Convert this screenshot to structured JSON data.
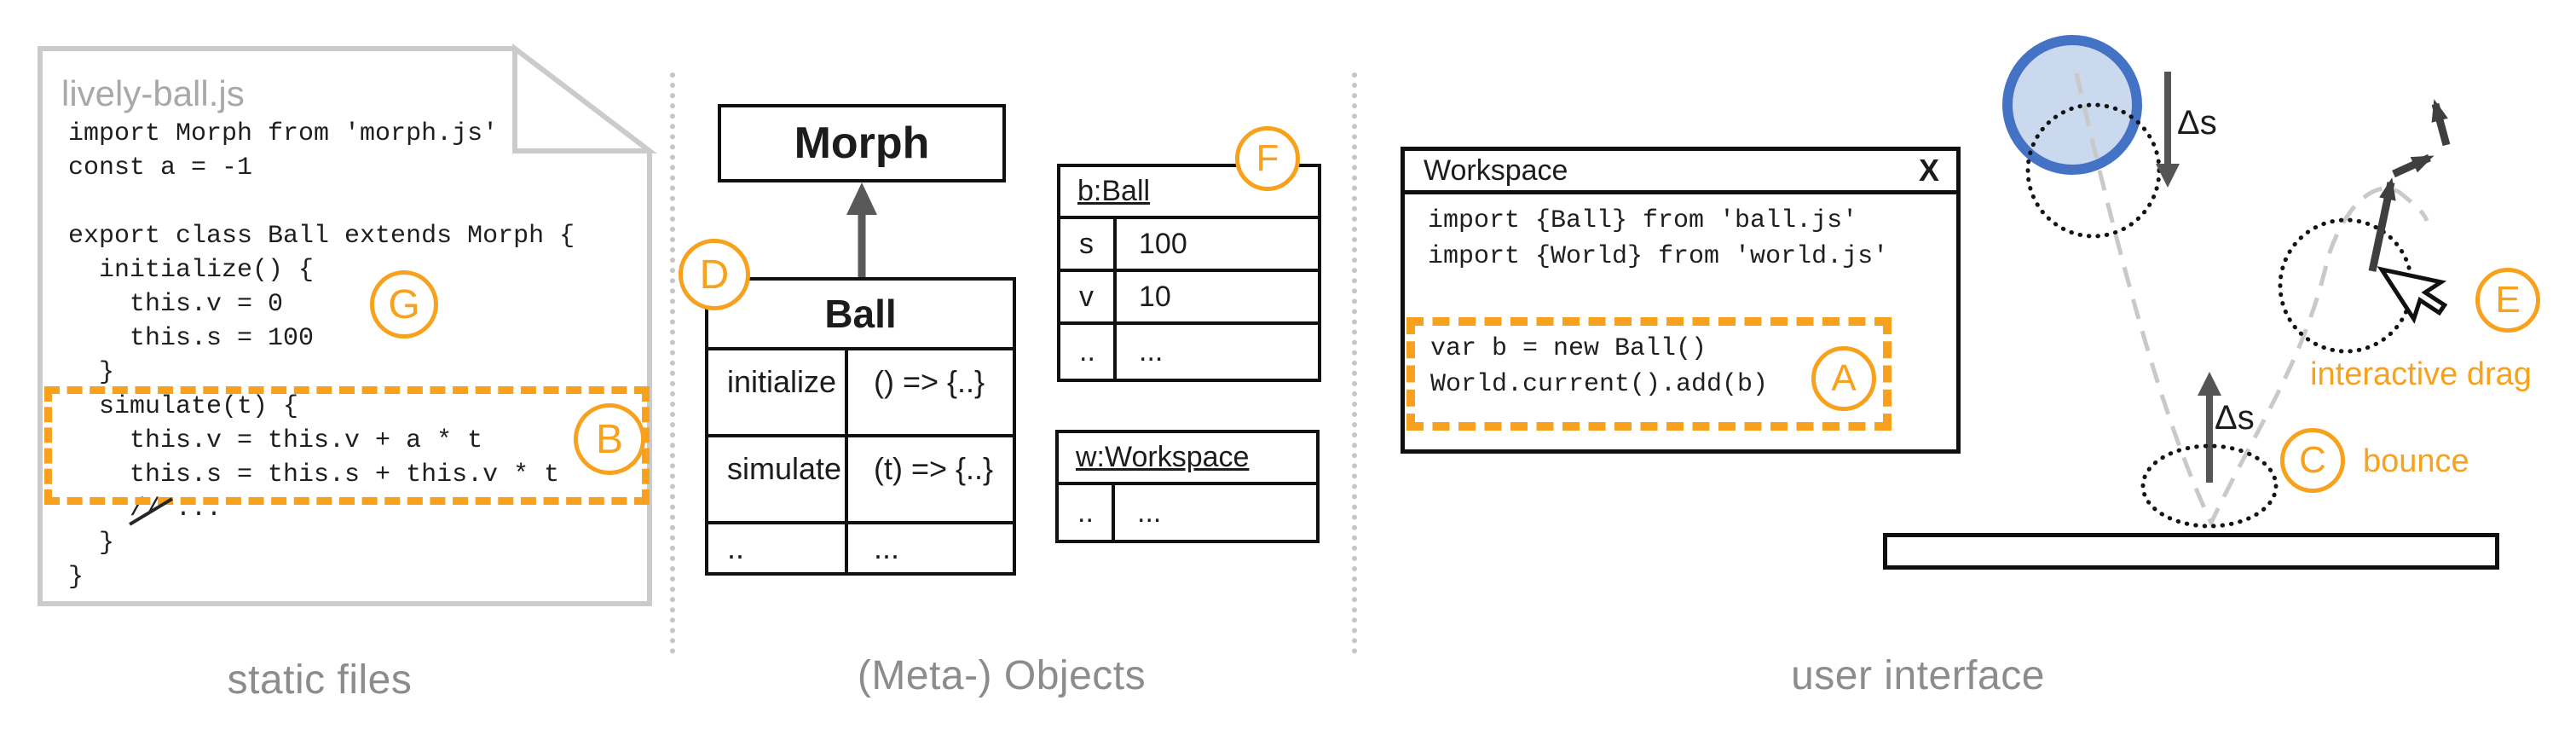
{
  "colors": {
    "accent_orange": "#F7A11C",
    "ball_stroke_blue": "#4472C4",
    "ball_fill_blue": "#CBD9EE",
    "caption_gray": "#8C8C8C"
  },
  "left_panel": {
    "caption": "static files",
    "file_name": "lively-ball.js",
    "code": [
      "import Morph from 'morph.js'",
      "const a = -1",
      "",
      "export class Ball extends Morph {",
      "  initialize() {",
      "    this.v = 0",
      "    this.s = 100",
      "  }",
      "  simulate(t) {",
      "    this.v = this.v + a * t",
      "    this.s = this.s + this.v * t",
      "    // ...",
      "  }",
      "}"
    ],
    "badge_g": "G",
    "badge_b": "B"
  },
  "middle_panel": {
    "caption": "(Meta-) Objects",
    "morph_box": "Morph",
    "ball_table": {
      "title": "Ball",
      "rows": [
        [
          "initialize",
          "() => {..}"
        ],
        [
          "simulate",
          "(t) => {..}"
        ],
        [
          "..",
          "..."
        ]
      ]
    },
    "b_ball_table": {
      "title": "b:Ball",
      "rows": [
        [
          "s",
          "100"
        ],
        [
          "v",
          "10"
        ],
        [
          "..",
          "..."
        ]
      ]
    },
    "w_workspace_table": {
      "title": "w:Workspace",
      "rows": [
        [
          "..",
          "..."
        ]
      ]
    },
    "badge_d": "D",
    "badge_f": "F"
  },
  "right_panel": {
    "caption": "user interface",
    "window": {
      "title": "Workspace",
      "close_label": "X",
      "code": [
        "import {Ball} from 'ball.js'",
        "import {World} from 'world.js'"
      ],
      "highlighted_code": [
        "var b = new Ball()",
        "World.current().add(b)"
      ],
      "badge_a": "A"
    },
    "scene": {
      "delta_s": "Δs",
      "bounce_label": "bounce",
      "drag_label": "interactive drag",
      "badge_c": "C",
      "badge_e": "E"
    }
  }
}
